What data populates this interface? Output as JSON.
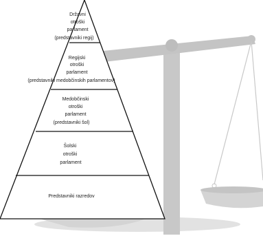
{
  "diagram": {
    "colors": {
      "pyramid_line": "#111111",
      "pyramid_fill": "#ffffff",
      "scale_body": "#c4c4c4",
      "scale_shadow": "#e2e2e2",
      "scale_chain": "#c8c8c8"
    },
    "pyramid": {
      "tiers": [
        {
          "lines": [
            "Državni",
            "otroški",
            "parlament",
            "(predstavniki regij)"
          ]
        },
        {
          "lines": [
            "Regijski",
            "otroški",
            "parlament",
            "(predstavniki medobčinskih parlamentov)"
          ]
        },
        {
          "lines": [
            "Medobčinski",
            "otroški",
            "parlament",
            "(predstavniki šol)"
          ]
        },
        {
          "lines": [
            "Šolski",
            "otroški",
            "parlament"
          ]
        },
        {
          "lines": [
            "Predstavniki razredov"
          ]
        }
      ]
    },
    "background_image": {
      "icon": "balance-scale-icon"
    }
  }
}
